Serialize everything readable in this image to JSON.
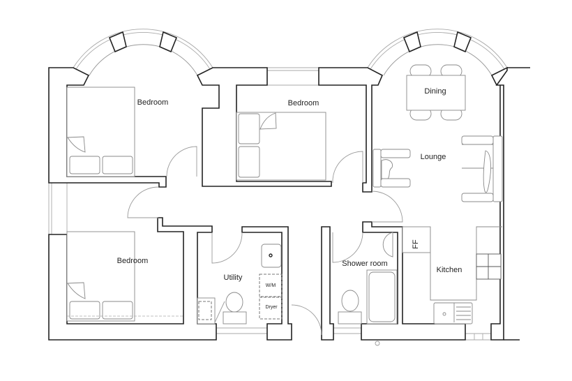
{
  "plan": {
    "rooms": {
      "bedroom_1": "Bedroom",
      "bedroom_2": "Bedroom",
      "bedroom_3": "Bedroom",
      "dining": "Dining",
      "lounge": "Lounge",
      "utility": "Utility",
      "shower_room": "Shower room",
      "kitchen": "Kitchen"
    },
    "appliances": {
      "washing_machine": "W/M",
      "dryer": "Dryer",
      "fridge_freezer": "FF"
    }
  }
}
